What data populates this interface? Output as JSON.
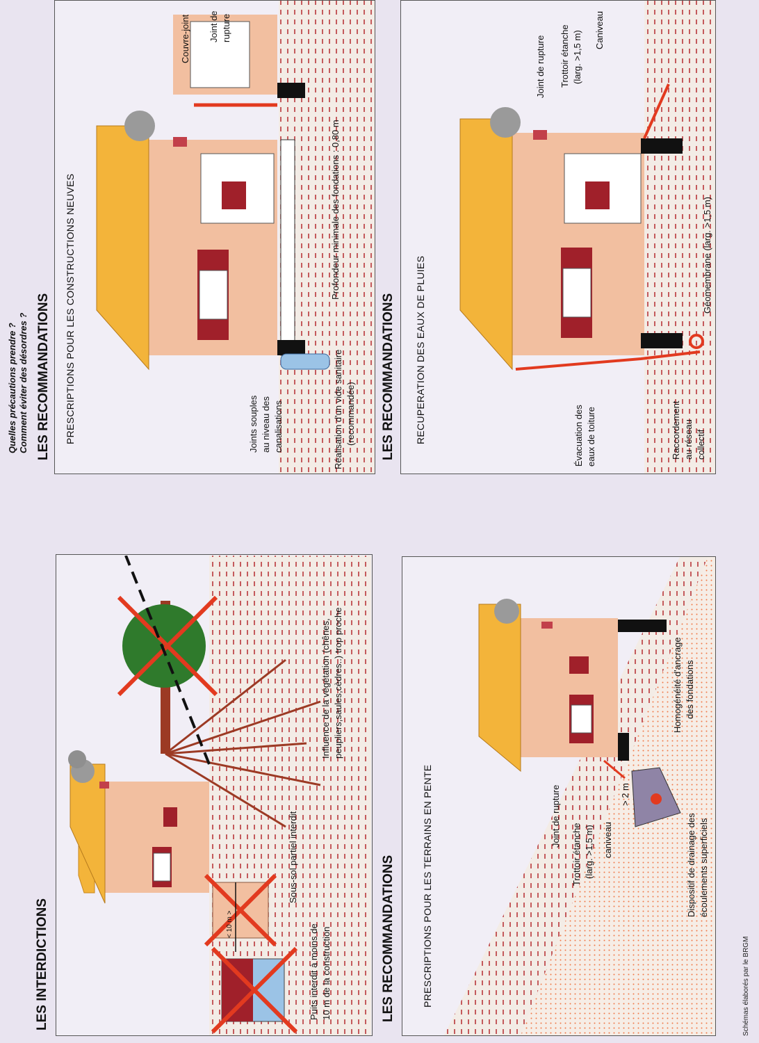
{
  "questions": {
    "q1": "Quelles précautions prendre ?",
    "q2": "Comment éviter des désordres ?"
  },
  "interdictions": {
    "heading": "LES INTERDICTIONS",
    "dist_label": "< 10 m >",
    "puits": [
      "Puits interdit à moins de",
      "10 m de la construction"
    ],
    "soussol": "Sous-sol partiel interdit",
    "vegetation": [
      "Influence de la végétation (chênes,",
      "peupliers,saules,cèdres..) trop proche"
    ]
  },
  "neuves": {
    "heading": "LES RECOMMANDATIONS",
    "title": "PRESCRIPTIONS POUR LES CONSTRUCTIONS NEUVES",
    "joints_souples": [
      "Joints souples",
      "au niveau des",
      "canalisations"
    ],
    "vide": [
      "Réalisation d'un vide sanitaire",
      "(recommandée)"
    ],
    "profondeur": "Profondeur minimale des fondations : 0,80 m",
    "couvre_joint": "Couvre-joint",
    "joint_rupture": [
      "Joint de",
      "rupture"
    ]
  },
  "pente": {
    "heading": "LES RECOMMANDATIONS",
    "title": "PRESCRIPTIONS POUR LES TERRAINS EN PENTE",
    "joint_rupture": "Joint de rupture",
    "trottoir": [
      "Trottoir étanche",
      "(larg. >1,5 m)"
    ],
    "caniveau": "caniveau",
    "distance": "> 2 m",
    "homogeneite": [
      "Homogénéité d'ancrage",
      "des fondations"
    ],
    "drainage": [
      "Dispositif de drainage des",
      "écoulements superficiels"
    ]
  },
  "pluies": {
    "heading": "LES RECOMMANDATIONS",
    "title": "RECUPERATION DES EAUX DE PLUIES",
    "evacuation": [
      "Évacuation des",
      "eaux de toiture"
    ],
    "raccordement": [
      "Raccordement",
      "au réseau",
      "collectif"
    ],
    "geomembrane": "Géomembrane (larg. >1,5 m)",
    "joint_rupture": "Joint de rupture",
    "trottoir": [
      "Trottoir étanche",
      "(larg. >1,5 m)"
    ],
    "caniveau": "Caniveau"
  },
  "credit": "Schémas élaborés par le BRGM",
  "colors": {
    "wall": "#f2bfa0",
    "roof": "#f3b43a",
    "red": "#e23a1f",
    "soil": "#b8363a",
    "root": "#9c3a24",
    "tree": "#2f7a2c",
    "pipe": "#9bc3e6",
    "foundation": "#111111",
    "window_dark": "#a0202a",
    "sand": "#f07848"
  }
}
